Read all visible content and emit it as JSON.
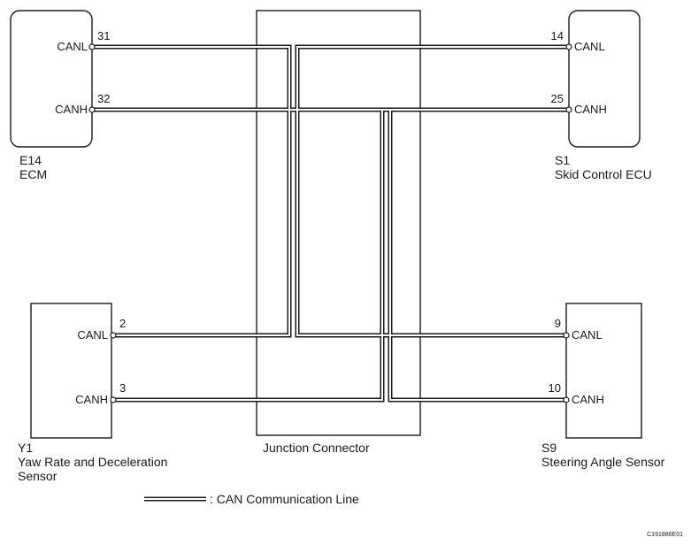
{
  "ecm": {
    "code": "E14",
    "name": "ECM",
    "pin_canl": "31",
    "pin_canh": "32",
    "sig_canl": "CANL",
    "sig_canh": "CANH"
  },
  "skid": {
    "code": "S1",
    "name": "Skid Control ECU",
    "pin_canl": "14",
    "pin_canh": "25",
    "sig_canl": "CANL",
    "sig_canh": "CANH"
  },
  "yaw": {
    "code": "Y1",
    "name_line1": "Yaw Rate and Deceleration",
    "name_line2": "Sensor",
    "pin_canl": "2",
    "pin_canh": "3",
    "sig_canl": "CANL",
    "sig_canh": "CANH"
  },
  "steer": {
    "code": "S9",
    "name": "Steering Angle Sensor",
    "pin_canl": "9",
    "pin_canh": "10",
    "sig_canl": "CANL",
    "sig_canh": "CANH"
  },
  "junction": {
    "name": "Junction Connector"
  },
  "legend": {
    "text": ": CAN Communication Line"
  },
  "figure_code": "C191886E01"
}
